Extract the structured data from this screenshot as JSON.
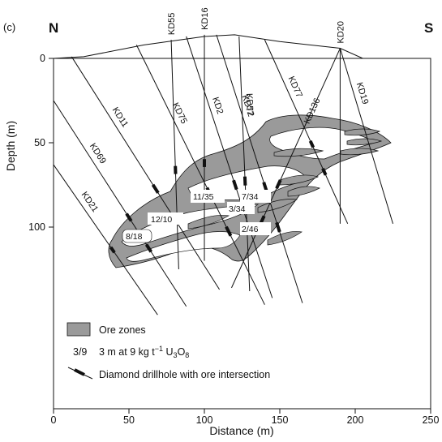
{
  "figure": {
    "panel_label": "(c)",
    "north_label": "N",
    "south_label": "S",
    "x_axis": {
      "title": "Distance (m)",
      "range": [
        0,
        250
      ],
      "ticks": [
        {
          "value": 0,
          "label": "0"
        },
        {
          "value": 50,
          "label": "50"
        },
        {
          "value": 100,
          "label": "100"
        },
        {
          "value": 150,
          "label": "150"
        },
        {
          "value": 200,
          "label": "200"
        },
        {
          "value": 250,
          "label": "250"
        }
      ]
    },
    "y_axis": {
      "title": "Depth (m)",
      "range": [
        0,
        200
      ],
      "ticks": [
        {
          "value": 0,
          "label": "0"
        },
        {
          "value": 50,
          "label": "50"
        },
        {
          "value": 100,
          "label": "100"
        }
      ]
    },
    "ground_surface": [
      [
        0,
        0
      ],
      [
        20,
        -1
      ],
      [
        60,
        -8
      ],
      [
        100,
        -13
      ],
      [
        120,
        -14
      ],
      [
        150,
        -10
      ],
      [
        190,
        -6
      ],
      [
        205,
        0
      ],
      [
        250,
        0
      ]
    ],
    "drillholes": [
      {
        "name": "KD21",
        "collar": [
          0,
          63
        ],
        "end": [
          69,
          152
        ]
      },
      {
        "name": "KD69",
        "collar": [
          0,
          25
        ],
        "end": [
          88,
          147
        ]
      },
      {
        "name": "KD11",
        "collar": [
          12,
          -1
        ],
        "end": [
          110,
          137
        ]
      },
      {
        "name": "KD75",
        "collar": [
          55,
          -8
        ],
        "end": [
          140,
          146
        ]
      },
      {
        "name": "KD55",
        "collar": [
          78,
          -11
        ],
        "end": [
          83,
          125
        ]
      },
      {
        "name": "KD16",
        "collar": [
          100,
          -14
        ],
        "end": [
          100,
          120
        ]
      },
      {
        "name": "KD2",
        "collar": [
          88,
          -13
        ],
        "end": [
          145,
          142
        ]
      },
      {
        "name": "KD72",
        "collar": [
          108,
          -14
        ],
        "end": [
          165,
          145
        ]
      },
      {
        "name": "KD57",
        "collar": [
          123,
          -13
        ],
        "end": [
          130,
          138
        ]
      },
      {
        "name": "KD77",
        "collar": [
          140,
          -11
        ],
        "end": [
          195,
          98
        ]
      },
      {
        "name": "KD20",
        "collar": [
          190,
          -6
        ],
        "end": [
          190,
          98
        ]
      },
      {
        "name": "KD136",
        "collar": [
          190,
          -6
        ],
        "end": [
          118,
          136
        ]
      },
      {
        "name": "KD19",
        "collar": [
          190,
          -6
        ],
        "end": [
          225,
          98
        ]
      }
    ],
    "ore_labels": [
      "8/18",
      "12/10",
      "11/35",
      "7/34",
      "3/34",
      "2/46"
    ],
    "legend": {
      "ore_zones": "Ore zones",
      "assay_example": "3/9",
      "assay_text_prefix": "3 m at 9 kg t",
      "assay_sup": "−1",
      "assay_text_u": " U",
      "assay_sub_3": "3",
      "assay_text_o": "O",
      "assay_sub_8": "8",
      "drillhole": "Diamond drillhole with ore intersection"
    },
    "colors": {
      "ore": "#9a9a9a",
      "line": "#111111",
      "background": "#ffffff"
    }
  }
}
